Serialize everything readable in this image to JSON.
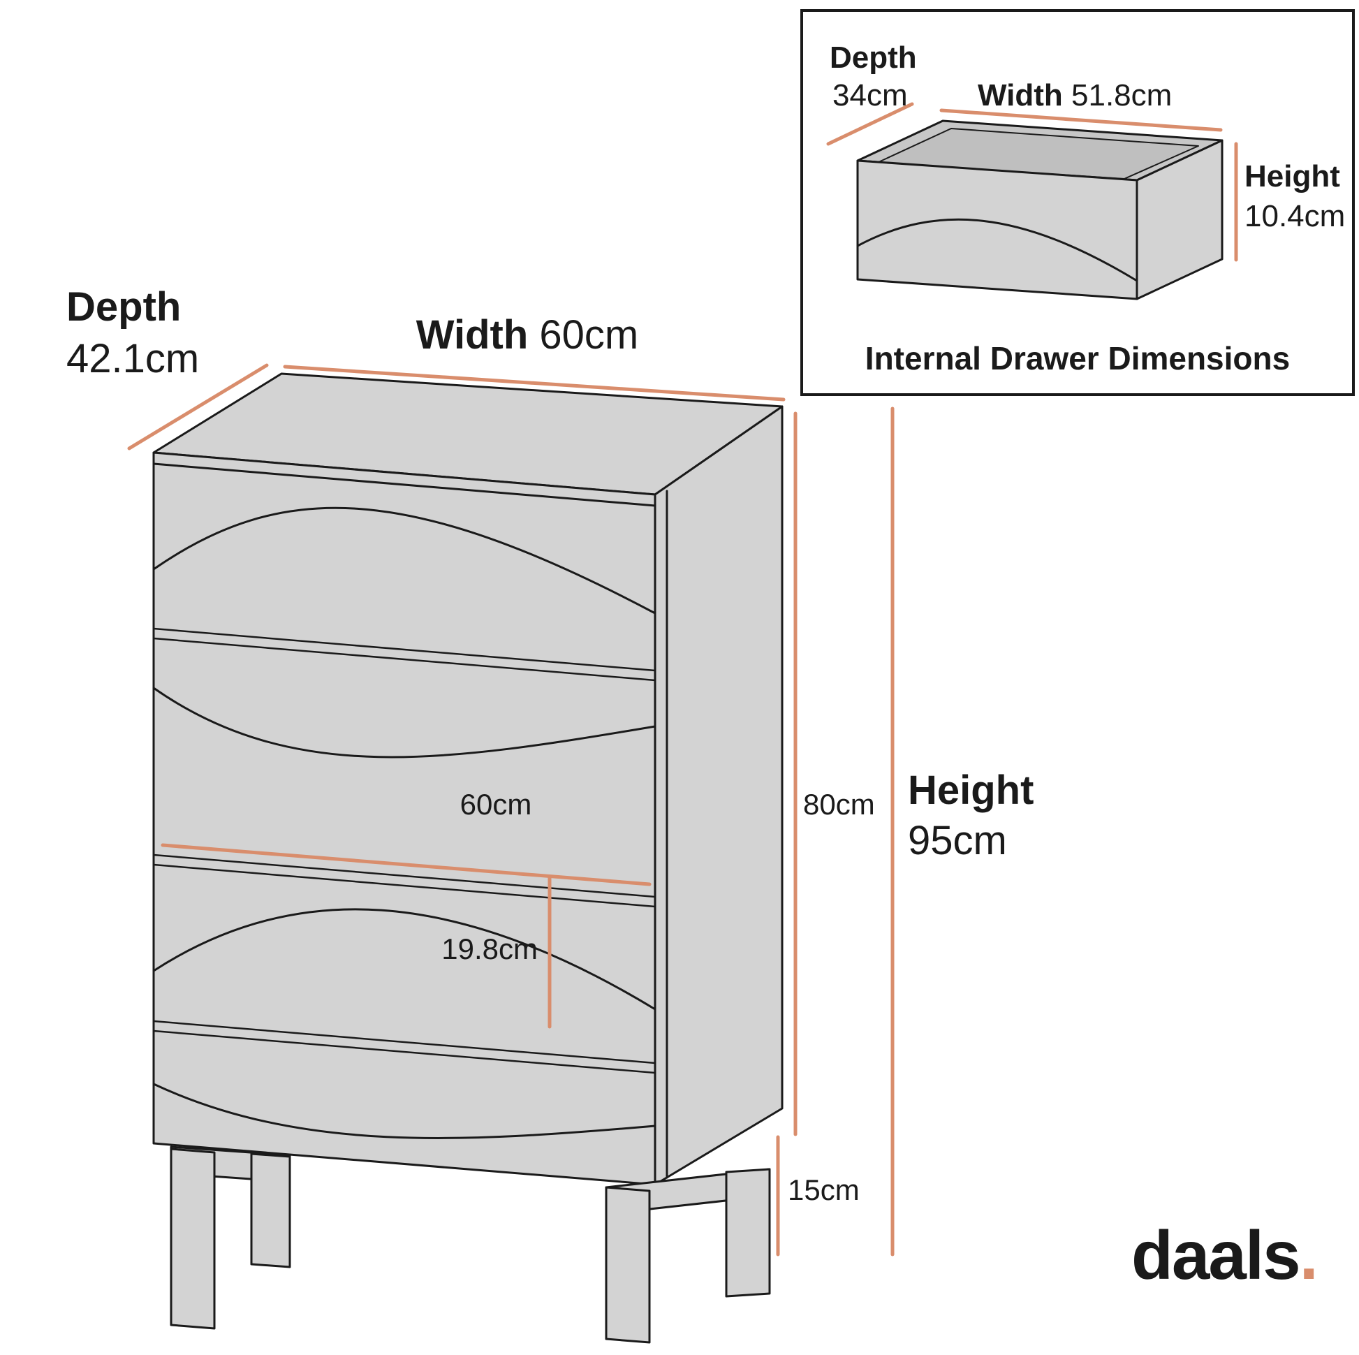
{
  "colors": {
    "accent": "#D98D6C",
    "line": "#1A1A1A",
    "cabinet_fill": "#D3D3D3"
  },
  "main_diagram": {
    "depth": {
      "label": "Depth",
      "value": "42.1cm"
    },
    "width": {
      "label": "Width",
      "value": "60cm"
    },
    "height": {
      "label": "Height",
      "value": "95cm"
    },
    "body_height": "80cm",
    "leg_height": "15cm",
    "internal_width": "60cm",
    "drawer_front_height": "19.8cm"
  },
  "inset": {
    "title": "Internal Drawer Dimensions",
    "depth": {
      "label": "Depth",
      "value": "34cm"
    },
    "width": {
      "label": "Width",
      "value": "51.8cm"
    },
    "height": {
      "label": "Height",
      "value": "10.4cm"
    }
  },
  "logo": {
    "text": "daals",
    "dot": "."
  }
}
